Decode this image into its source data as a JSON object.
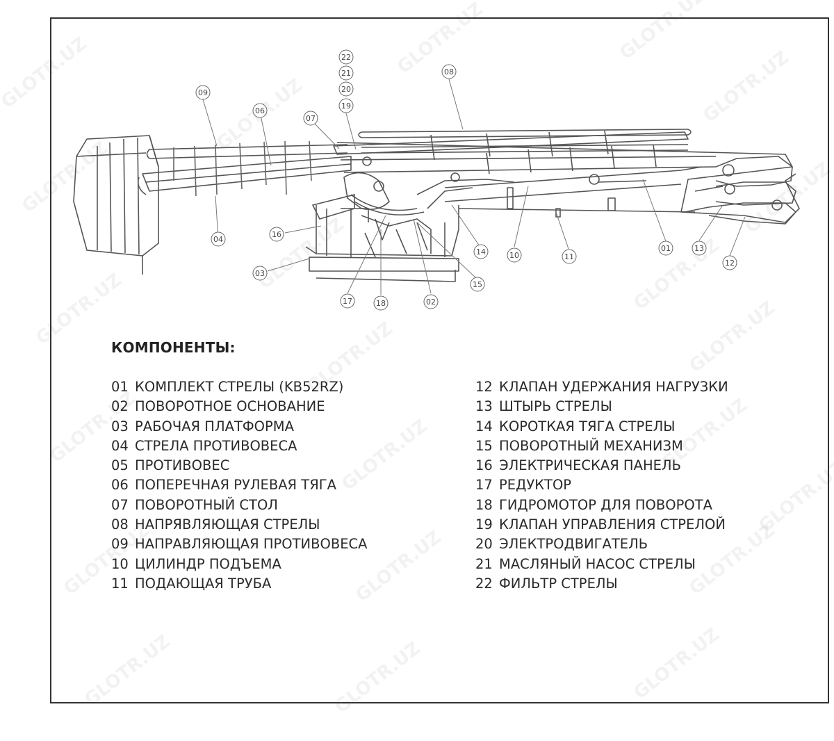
{
  "heading": "КОМПОНЕНТЫ:",
  "watermark": "GLOTR.UZ",
  "components_left": [
    {
      "num": "01",
      "label": "КОМПЛЕКТ СТРЕЛЫ (KB52RZ)"
    },
    {
      "num": "02",
      "label": "ПОВОРОТНОЕ ОСНОВАНИЕ"
    },
    {
      "num": "03",
      "label": "РАБОЧАЯ ПЛАТФОРМА"
    },
    {
      "num": "04",
      "label": "СТРЕЛА ПРОТИВОВЕСА"
    },
    {
      "num": "05",
      "label": "ПРОТИВОВЕС"
    },
    {
      "num": "06",
      "label": "ПОПЕРЕЧНАЯ РУЛЕВАЯ ТЯГА"
    },
    {
      "num": "07",
      "label": "ПОВОРОТНЫЙ СТОЛ"
    },
    {
      "num": "08",
      "label": "НАПРЯВЛЯЮЩАЯ СТРЕЛЫ"
    },
    {
      "num": "09",
      "label": "НАПРАВЛЯЮЩАЯ ПРОТИВОВЕСА"
    },
    {
      "num": "10",
      "label": "ЦИЛИНДР ПОДЪЕМА"
    },
    {
      "num": "11",
      "label": "ПОДАЮЩАЯ ТРУБА"
    }
  ],
  "components_right": [
    {
      "num": "12",
      "label": "КЛАПАН УДЕРЖАНИЯ НАГРУЗКИ"
    },
    {
      "num": "13",
      "label": "ШТЫРЬ СТРЕЛЫ"
    },
    {
      "num": "14",
      "label": "КОРОТКАЯ ТЯГА СТРЕЛЫ"
    },
    {
      "num": "15",
      "label": "ПОВОРОТНЫЙ МЕХАНИЗМ"
    },
    {
      "num": "16",
      "label": "ЭЛЕКТРИЧЕСКАЯ ПАНЕЛЬ"
    },
    {
      "num": "17",
      "label": "РЕДУКТОР"
    },
    {
      "num": "18",
      "label": "ГИДРОМОТОР ДЛЯ ПОВОРОТА"
    },
    {
      "num": "19",
      "label": "КЛАПАН УПРАВЛЕНИЯ СТРЕЛОЙ"
    },
    {
      "num": "20",
      "label": "ЭЛЕКТРОДВИГАТЕЛЬ"
    },
    {
      "num": "21",
      "label": "МАСЛЯНЫЙ НАСОС СТРЕЛЫ"
    },
    {
      "num": "22",
      "label": "ФИЛЬТР СТРЕЛЫ"
    }
  ],
  "callouts": [
    "09",
    "06",
    "07",
    "22",
    "21",
    "20",
    "19",
    "08",
    "04",
    "16",
    "03",
    "17",
    "18",
    "02",
    "15",
    "14",
    "10",
    "11",
    "01",
    "13",
    "12"
  ]
}
